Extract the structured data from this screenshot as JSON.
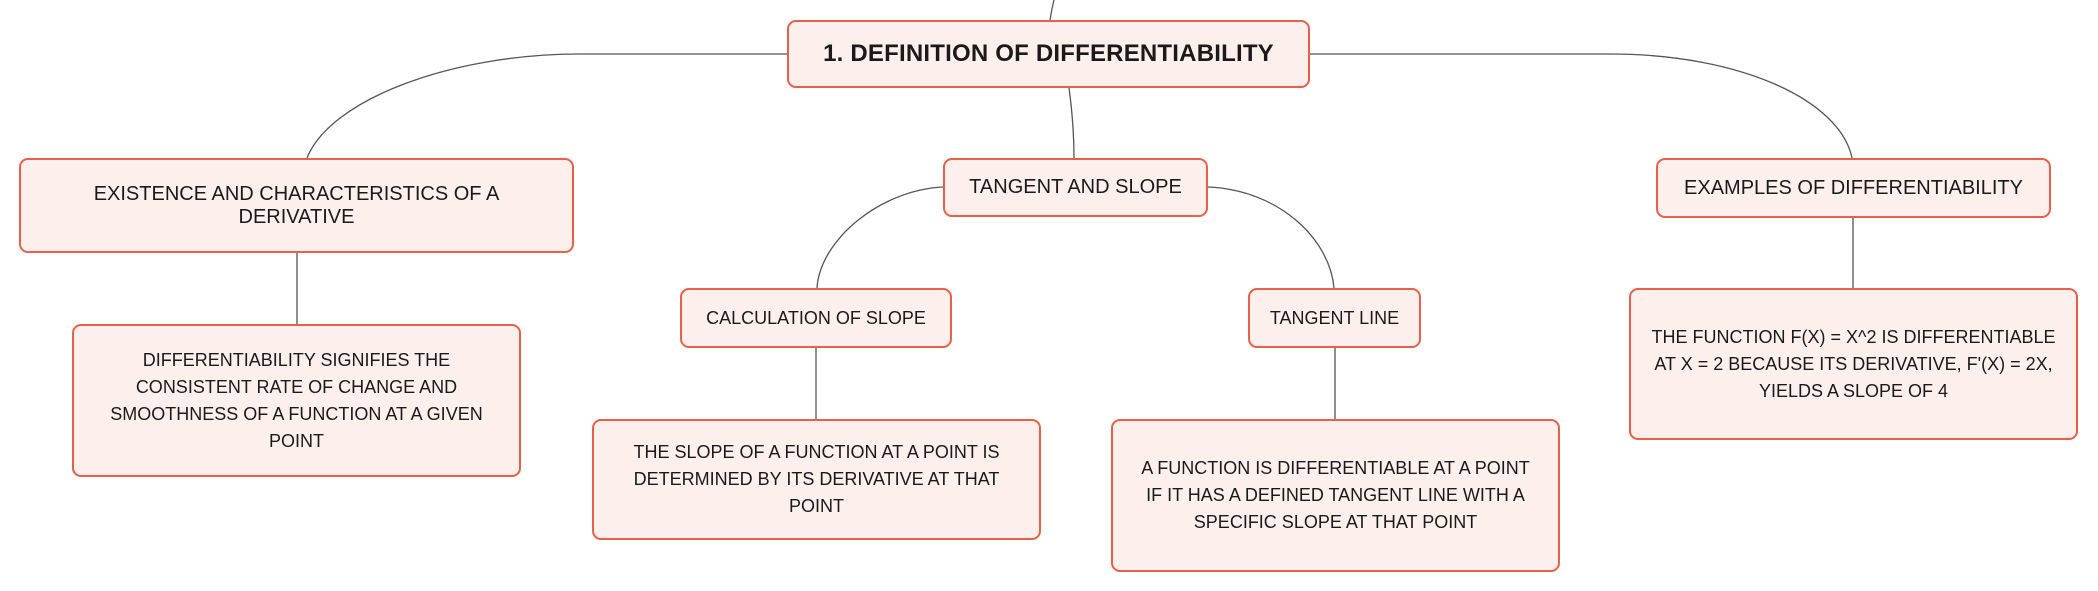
{
  "mindmap": {
    "root": {
      "label": "1. DEFINITION OF DIFFERENTIABILITY"
    },
    "branches": [
      {
        "label": "EXISTENCE AND CHARACTERISTICS OF A DERIVATIVE",
        "details": [
          "DIFFERENTIABILITY SIGNIFIES THE CONSISTENT RATE OF CHANGE AND SMOOTHNESS OF A FUNCTION AT A GIVEN POINT"
        ]
      },
      {
        "label": "TANGENT AND SLOPE",
        "children": [
          {
            "label": "CALCULATION OF SLOPE",
            "detail": "THE SLOPE OF A FUNCTION AT A POINT IS DETERMINED BY ITS DERIVATIVE AT THAT POINT"
          },
          {
            "label": "TANGENT LINE",
            "detail": "A FUNCTION IS DIFFERENTIABLE AT A POINT IF IT HAS A DEFINED TANGENT LINE WITH A SPECIFIC SLOPE AT THAT POINT"
          }
        ]
      },
      {
        "label": "EXAMPLES OF DIFFERENTIABILITY",
        "details": [
          "THE FUNCTION F(X) = X^2 IS DIFFERENTIABLE AT X = 2 BECAUSE ITS DERIVATIVE, F'(X) = 2X, YIELDS A SLOPE OF 4"
        ]
      }
    ],
    "colors": {
      "node_fill": "#fdf0ec",
      "node_border": "#e8604a",
      "connector": "#555555",
      "text": "#1a1a1a"
    }
  }
}
